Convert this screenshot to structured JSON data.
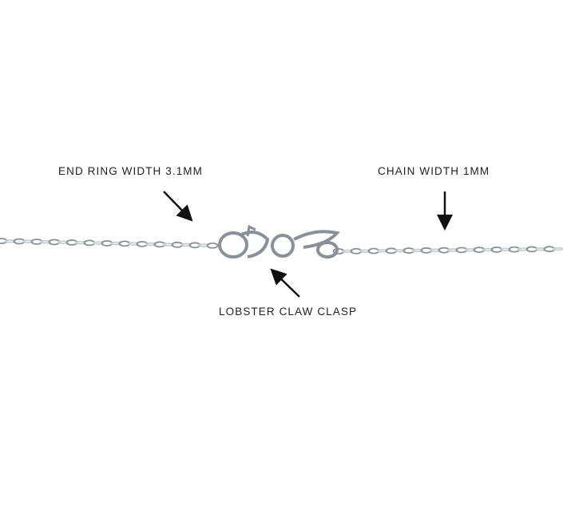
{
  "annotations": {
    "end_ring": "END RING WIDTH 3.1MM",
    "chain_width": "CHAIN WIDTH 1MM",
    "clasp": "LOBSTER CLAW CLASP"
  },
  "colors": {
    "metal": "#8a9098",
    "metal_light": "#c9ced4",
    "text": "#222222",
    "arrow": "#111111"
  }
}
